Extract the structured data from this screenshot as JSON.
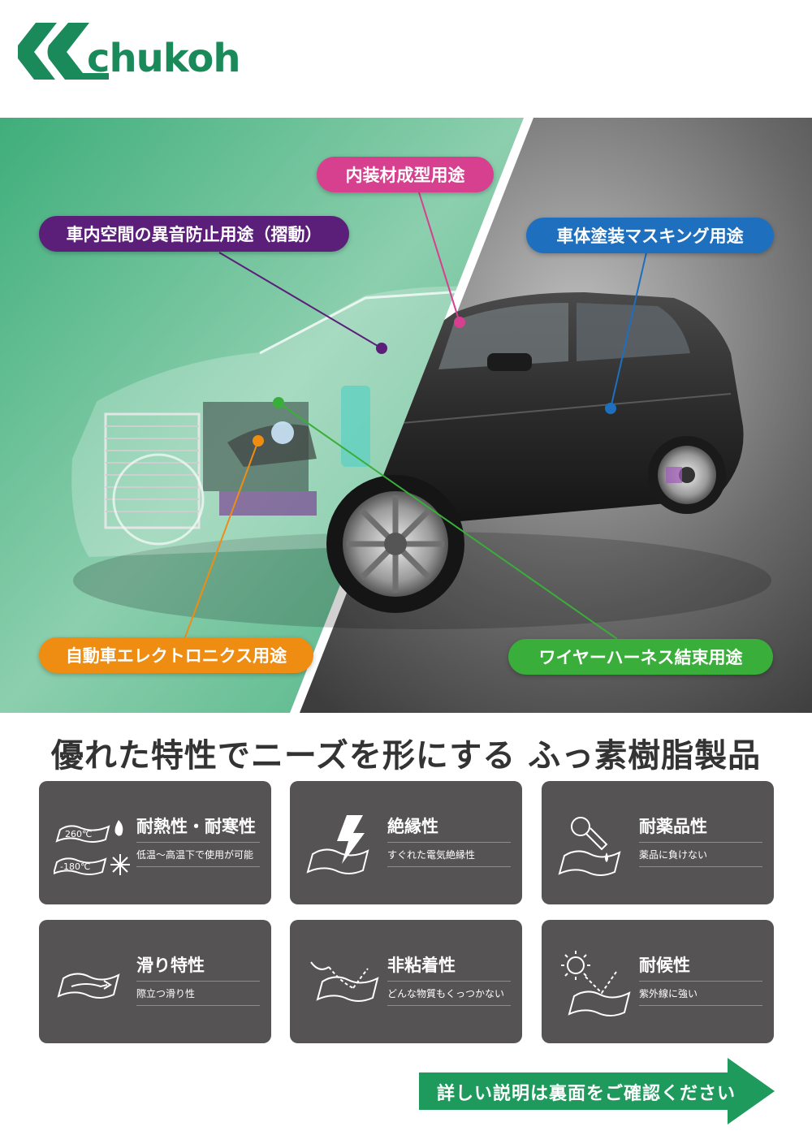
{
  "brand": {
    "name": "chukoh",
    "color": "#1a8a5a"
  },
  "hero": {
    "callouts": {
      "interior": {
        "label": "内装材成型用途",
        "color": "#d6408f"
      },
      "noise": {
        "label": "車内空間の異音防止用途（摺動）",
        "color": "#5b1f7a"
      },
      "masking": {
        "label": "車体塗装マスキング用途",
        "color": "#1f6fbf"
      },
      "electronics": {
        "label": "自動車エレクトロニクス用途",
        "color": "#ef8d12"
      },
      "harness": {
        "label": "ワイヤーハーネス結束用途",
        "color": "#3aae3a"
      }
    }
  },
  "headline": "優れた特性でニーズを形にする ふっ素樹脂製品",
  "features": [
    {
      "title": "耐熱性・耐寒性",
      "desc": "低温～高温下で使用が可能",
      "icon": "temperature-icon",
      "hot_label": "260℃",
      "cold_label": "-180℃"
    },
    {
      "title": "絶縁性",
      "desc": "すぐれた電気絶縁性",
      "icon": "lightning-icon"
    },
    {
      "title": "耐薬品性",
      "desc": "薬品に負けない",
      "icon": "chemical-dropper-icon"
    },
    {
      "title": "滑り特性",
      "desc": "際立つ滑り性",
      "icon": "slide-arrow-icon"
    },
    {
      "title": "非粘着性",
      "desc": "どんな物質もくっつかない",
      "icon": "non-stick-icon"
    },
    {
      "title": "耐候性",
      "desc": "紫外線に強い",
      "icon": "sun-icon"
    }
  ],
  "cta": {
    "label": "詳しい説明は裏面をご確認ください",
    "color": "#1e9a5c"
  }
}
